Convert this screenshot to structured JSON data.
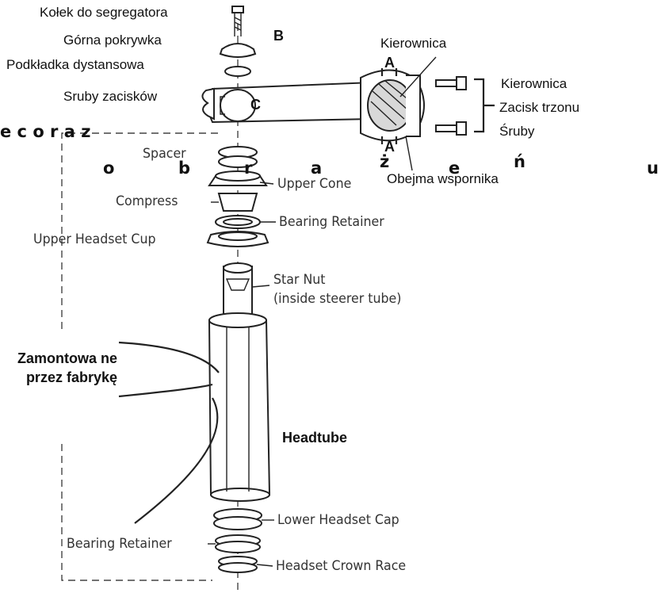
{
  "labels": {
    "seat_bolt": "Kołek do segregatora",
    "b_marker": "B",
    "top_cap": "Górna pokrywka",
    "spacer_washer": "Podkładka dystansowa",
    "clamp_bolts": "Sruby zacisków",
    "c_marker": "C",
    "handlebar": "Kierownica",
    "a_top": "A",
    "a_bottom": "A",
    "bolts_line1": "Kierownica",
    "bolts_line2": "Zacisk trzonu",
    "bolts_line3": "Śruby",
    "stem_clamp": "Obejma wspornika",
    "spacer": "Spacer",
    "upper_cone": "Upper Cone",
    "compress": "Compress",
    "bearing_retainer_upper": "Bearing Retainer",
    "upper_headset_cup": "Upper Headset Cup",
    "star_nut_line1": "Star Nut",
    "star_nut_line2": "(inside steerer tube)",
    "factory_installed": "Zamontowa ne przez fabrykę",
    "headtube": "Headtube",
    "lower_headset_cap": "Lower Headset Cap",
    "bearing_retainer_lower": "Bearing Retainer",
    "headset_crown_race": "Headset Crown Race"
  },
  "overlay": {
    "row1": "e c   o r a z",
    "row2_letters": [
      "o",
      "b",
      "r",
      "a",
      "ż",
      "e",
      "ń",
      "u"
    ]
  }
}
